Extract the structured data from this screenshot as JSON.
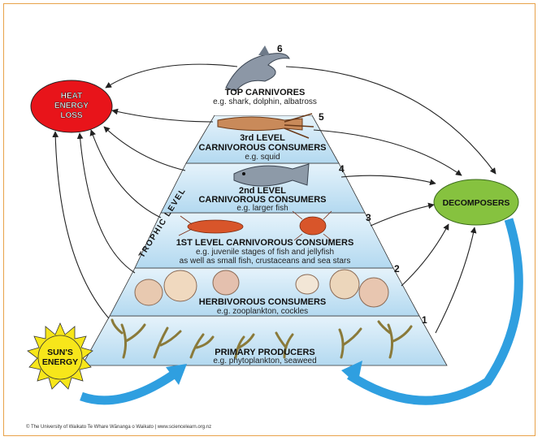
{
  "levels": [
    {
      "number": "6",
      "title": "TOP CARNIVORES",
      "subtitle": "e.g. shark, dolphin, albatross"
    },
    {
      "number": "5",
      "title_line1": "3rd LEVEL",
      "title_line2": "CARNIVOROUS CONSUMERS",
      "subtitle": "e.g. squid"
    },
    {
      "number": "4",
      "title_line1": "2nd LEVEL",
      "title_line2": "CARNIVOROUS CONSUMERS",
      "subtitle": "e.g. larger fish"
    },
    {
      "number": "3",
      "title": "1ST LEVEL CARNIVOROUS CONSUMERS",
      "subtitle_line1": "e.g. juvenile stages of fish and jellyfish",
      "subtitle_line2": "as well as small fish, crustaceans and sea stars"
    },
    {
      "number": "2",
      "title": "HERBIVOROUS CONSUMERS",
      "subtitle": "e.g. zooplankton, cockles"
    },
    {
      "number": "1",
      "title": "PRIMARY PRODUCERS",
      "subtitle": "e.g. phytoplankton, seaweed"
    }
  ],
  "heat_loss": {
    "line1": "HEAT",
    "line2": "ENERGY",
    "line3": "LOSS",
    "color": "#e8141a"
  },
  "decomposers": {
    "label": "DECOMPOSERS",
    "color": "#86c23f"
  },
  "sun": {
    "line1": "SUN'S",
    "line2": "ENERGY",
    "color": "#f7e61a"
  },
  "trophic_label": "TROPHIC LEVEL",
  "credit": "© The University of Waikato Te Whare Wānanga o Waikato | www.sciencelearn.org.nz",
  "colors": {
    "pyramid_light": "#ddeef9",
    "pyramid_mid": "#b5dbf2",
    "cycle_arrow": "#2f9fe0"
  }
}
